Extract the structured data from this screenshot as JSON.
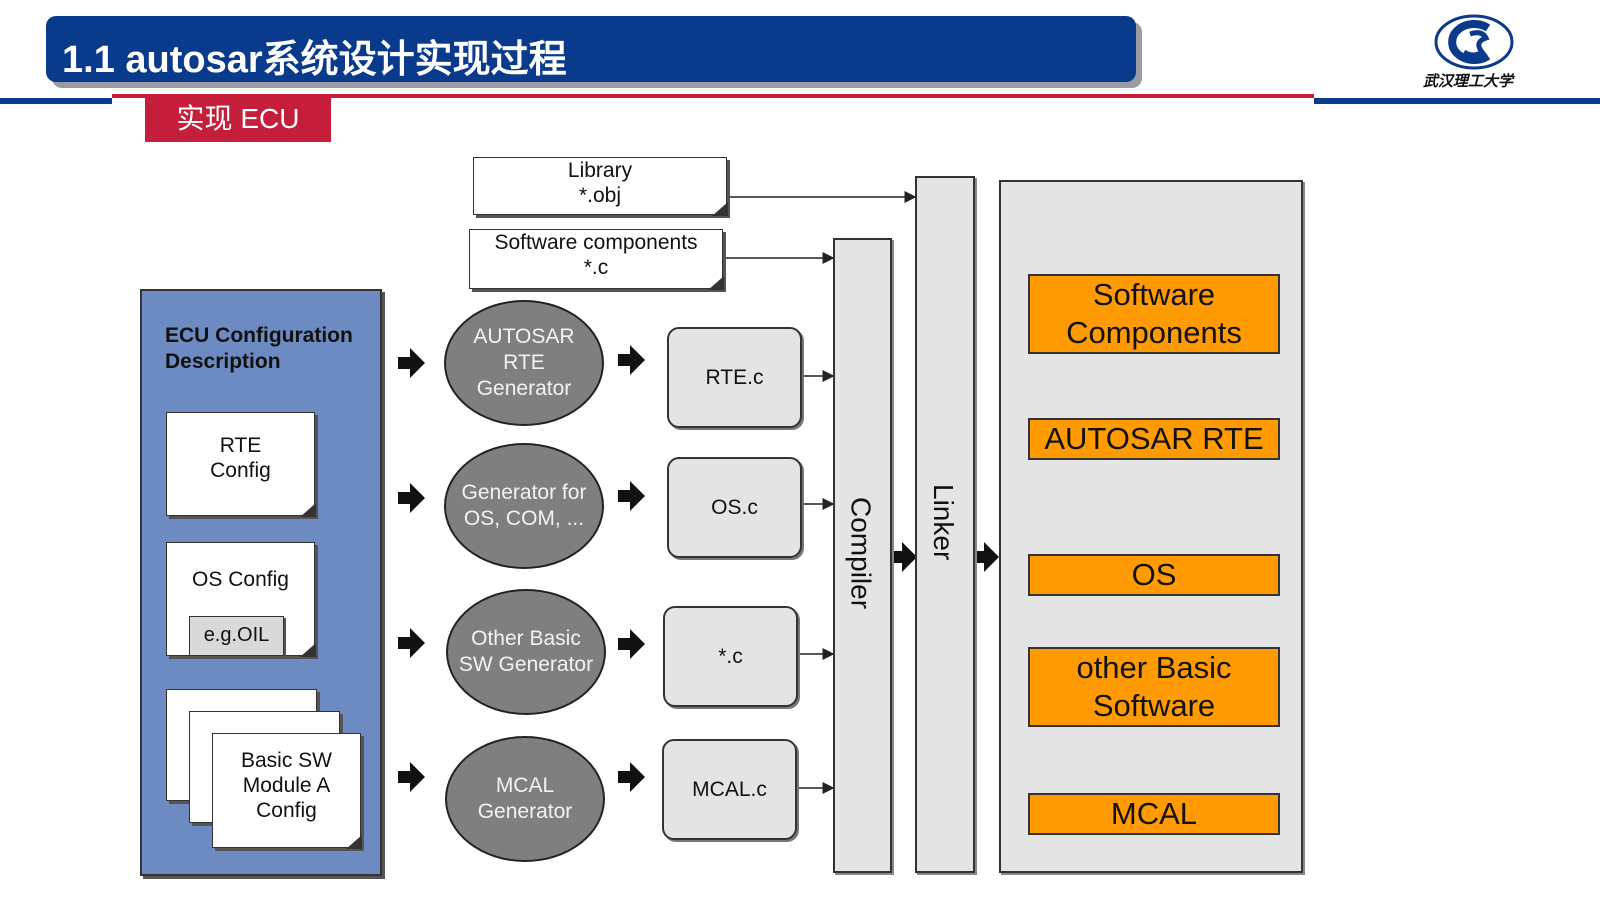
{
  "header": {
    "title": "1.1  autosar系统设计实现过程",
    "section_tag": "实现 ECU",
    "logo_text": "武汉理工大学",
    "brand_color": "#0a3a8c",
    "accent_color": "#c41e3a"
  },
  "diagram": {
    "inputs": {
      "library": [
        "Library",
        "*.obj"
      ],
      "software_components": [
        "Software components",
        "*.c"
      ]
    },
    "ecu_config": {
      "title_line1": "ECU Configuration",
      "title_line2": "Description",
      "rte_config": [
        "RTE",
        "Config"
      ],
      "os_config": "OS Config",
      "os_example": "e.g.OIL",
      "bsw_config": [
        "Basic SW",
        "Module A",
        "Config"
      ]
    },
    "generators": [
      {
        "lines": [
          "AUTOSAR",
          "RTE",
          "Generator"
        ],
        "output": "RTE.c"
      },
      {
        "lines": [
          "Generator for",
          "OS, COM, ..."
        ],
        "output": "OS.c"
      },
      {
        "lines": [
          "Other Basic",
          "SW Generator"
        ],
        "output": "*.c"
      },
      {
        "lines": [
          "MCAL",
          "Generator"
        ],
        "output": "MCAL.c"
      }
    ],
    "compiler_label": "Compiler",
    "linker_label": "Linker",
    "ecu_layers": [
      [
        "Software",
        "Components"
      ],
      [
        "AUTOSAR RTE"
      ],
      [
        "OS"
      ],
      [
        "other Basic",
        "Software"
      ],
      [
        "MCAL"
      ]
    ],
    "layer_color": "#ff9a00",
    "config_color": "#6d8ac2",
    "generator_color": "#7f7f7f"
  }
}
